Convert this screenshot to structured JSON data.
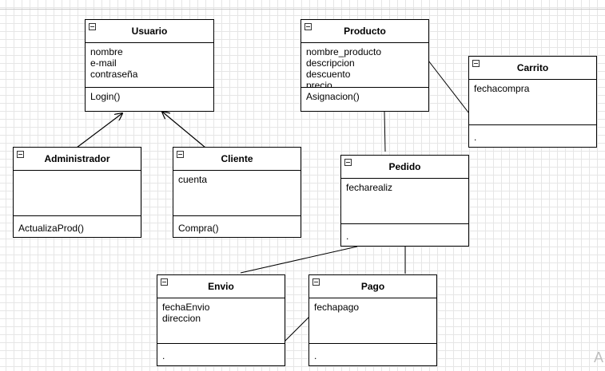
{
  "classes": {
    "usuario": {
      "name": "Usuario",
      "attributes": [
        "nombre",
        "e-mail",
        "contraseña"
      ],
      "operations": [
        "Login()"
      ]
    },
    "producto": {
      "name": "Producto",
      "attributes": [
        "nombre_producto",
        "descripcion",
        "descuento",
        "precio"
      ],
      "operations": [
        "Asignacion()"
      ]
    },
    "carrito": {
      "name": "Carrito",
      "attributes": [
        "fechacompra"
      ],
      "operations": [
        "."
      ]
    },
    "administrador": {
      "name": "Administrador",
      "attributes": [],
      "operations": [
        "ActualizaProd()"
      ]
    },
    "cliente": {
      "name": "Cliente",
      "attributes": [
        "cuenta"
      ],
      "operations": [
        "Compra()"
      ]
    },
    "pedido": {
      "name": "Pedido",
      "attributes": [
        "fecharealiz"
      ],
      "operations": [
        "."
      ]
    },
    "envio": {
      "name": "Envio",
      "attributes": [
        "fechaEnvio",
        "direccion"
      ],
      "operations": [
        "."
      ]
    },
    "pago": {
      "name": "Pago",
      "attributes": [
        "fechapago"
      ],
      "operations": [
        "."
      ]
    }
  },
  "relations": [
    {
      "from": "Administrador",
      "to": "Usuario",
      "kind": "generalization"
    },
    {
      "from": "Cliente",
      "to": "Usuario",
      "kind": "generalization"
    },
    {
      "from": "Producto",
      "to": "Carrito",
      "kind": "association"
    },
    {
      "from": "Producto",
      "to": "Pedido",
      "kind": "association"
    },
    {
      "from": "Pedido",
      "to": "Envio",
      "kind": "association"
    },
    {
      "from": "Pedido",
      "to": "Pago",
      "kind": "association"
    },
    {
      "from": "Envio",
      "to": "Pago",
      "kind": "association"
    }
  ],
  "corner_text": "A"
}
